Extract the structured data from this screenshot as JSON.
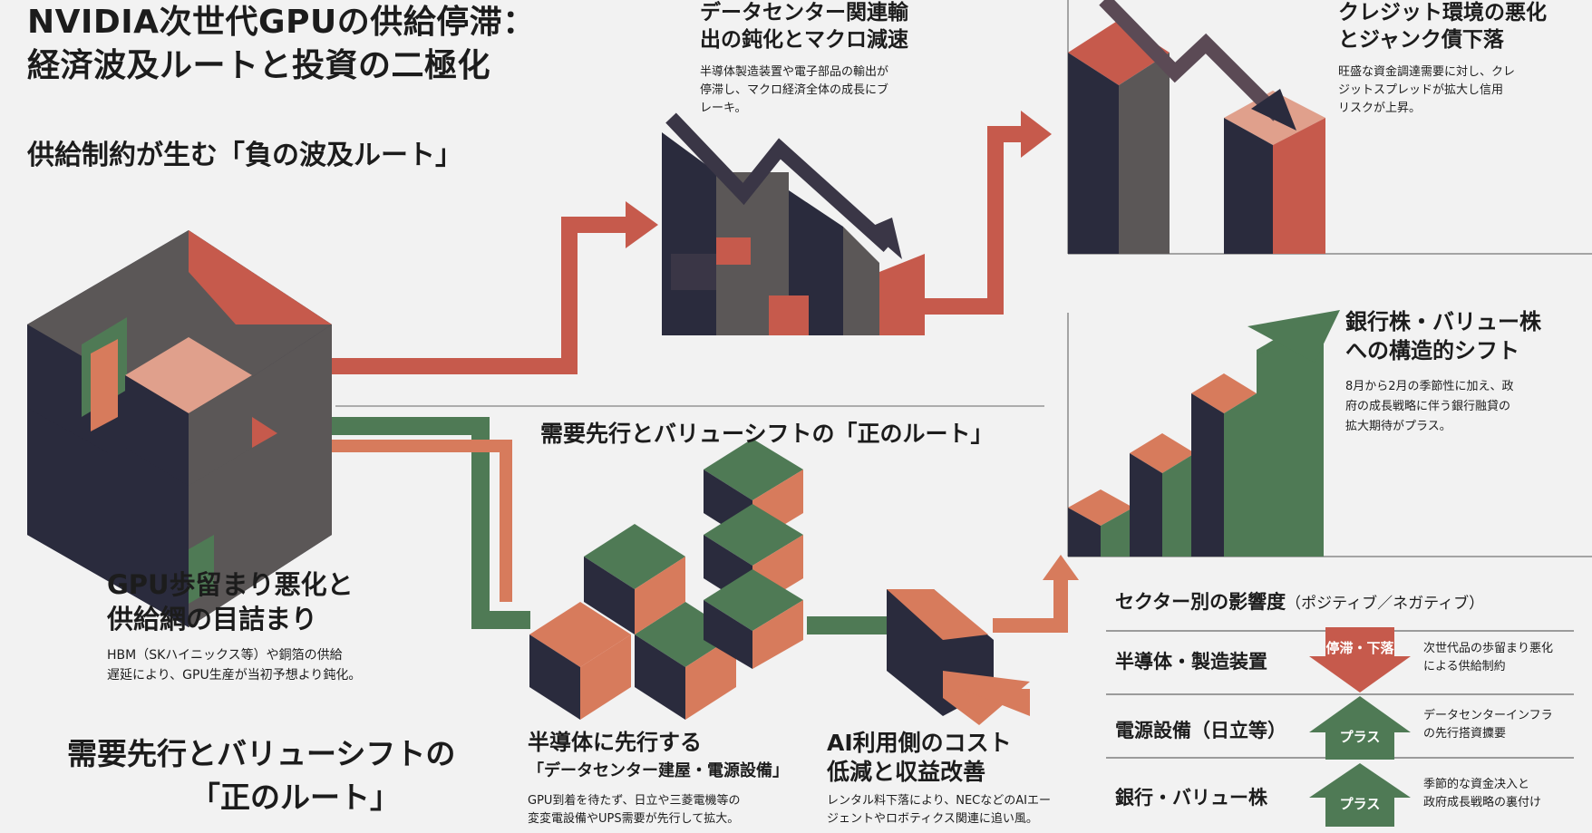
{
  "title_line1": "NVIDIA次世代GPUの供給停滞：",
  "title_line2": "経済波及ルートと投資の二極化",
  "negative_route_title": "供給制約が生む「負の波及ルート」",
  "positive_route_title": "需要先行とバリューシフトの「正のルート」",
  "gpu_block": {
    "title_line1": "GPU歩留まり悪化と",
    "title_line2": "供給網の目詰まり",
    "desc_line1": "HBM（SKハイニックス等）や銅箔の供給",
    "desc_line2": "遅延により、GPU生産が当初予想より鈍化。"
  },
  "bottom_positive": {
    "line1": "需要先行とバリューシフトの",
    "line2": "「正のルート」"
  },
  "datacenter_export": {
    "title_line1": "データセンター関連輸",
    "title_line2": "出の鈍化とマクロ減速",
    "desc_line1": "半導体製造装置や電子部品の輸出が",
    "desc_line2": "停滞し、マクロ経済全体の成長にブ",
    "desc_line3": "レーキ。"
  },
  "credit": {
    "title_line1": "クレジット環境の悪化",
    "title_line2": "とジャンク債下落",
    "desc_line1": "旺盛な資金調達需要に対し、クレ",
    "desc_line2": "ジットスプレッドが拡大し信用",
    "desc_line3": "リスクが上昇。"
  },
  "bank": {
    "title_line1": "銀行株・バリュー株",
    "title_line2": "への構造的シフト",
    "desc_line1": "8月から2月の季節性に加え、政",
    "desc_line2": "府の成長戦略に伴う銀行融貸の",
    "desc_line3": "拡大期待がプラス。"
  },
  "semis_lead": {
    "title_line1": "半導体に先行する",
    "title_line2": "「データセンター建屋・電源設備」",
    "desc_line1": "GPU到着を待たず、日立や三菱電機等の",
    "desc_line2": "変変電設備やUPS需要が先行して拡大。"
  },
  "ai_user": {
    "title_line1": "AI利用側のコスト",
    "title_line2": "低減と収益改善",
    "desc_line1": "レンタル料下落により、NECなどのAIエー",
    "desc_line2": "ジェントやロボティクス関連に追い風。"
  },
  "sector_table": {
    "title": "セクター別の影響度",
    "title_suffix": "（ポジティブ／ネガティブ）",
    "rows": [
      {
        "sector": "半導体・製造装置",
        "badge": "停滞・下落",
        "direction": "down",
        "note_line1": "次世代品の歩留まり悪化",
        "note_line2": "による供給制約"
      },
      {
        "sector": "電源設備（日立等）",
        "badge": "プラス",
        "direction": "up",
        "note_line1": "データセンターインフラ",
        "note_line2": "の先行搭資攈要"
      },
      {
        "sector": "銀行・バリュー株",
        "badge": "プラス",
        "direction": "up",
        "note_line1": "季節的な資金决入と",
        "note_line2": "政府成長戦略の裏付け"
      }
    ]
  },
  "colors": {
    "navy": "#2a2b3d",
    "gray": "#5b5757",
    "red": "#c65a4c",
    "orange": "#d77b5c",
    "green": "#4f7a55",
    "background": "#f2f2f2"
  }
}
